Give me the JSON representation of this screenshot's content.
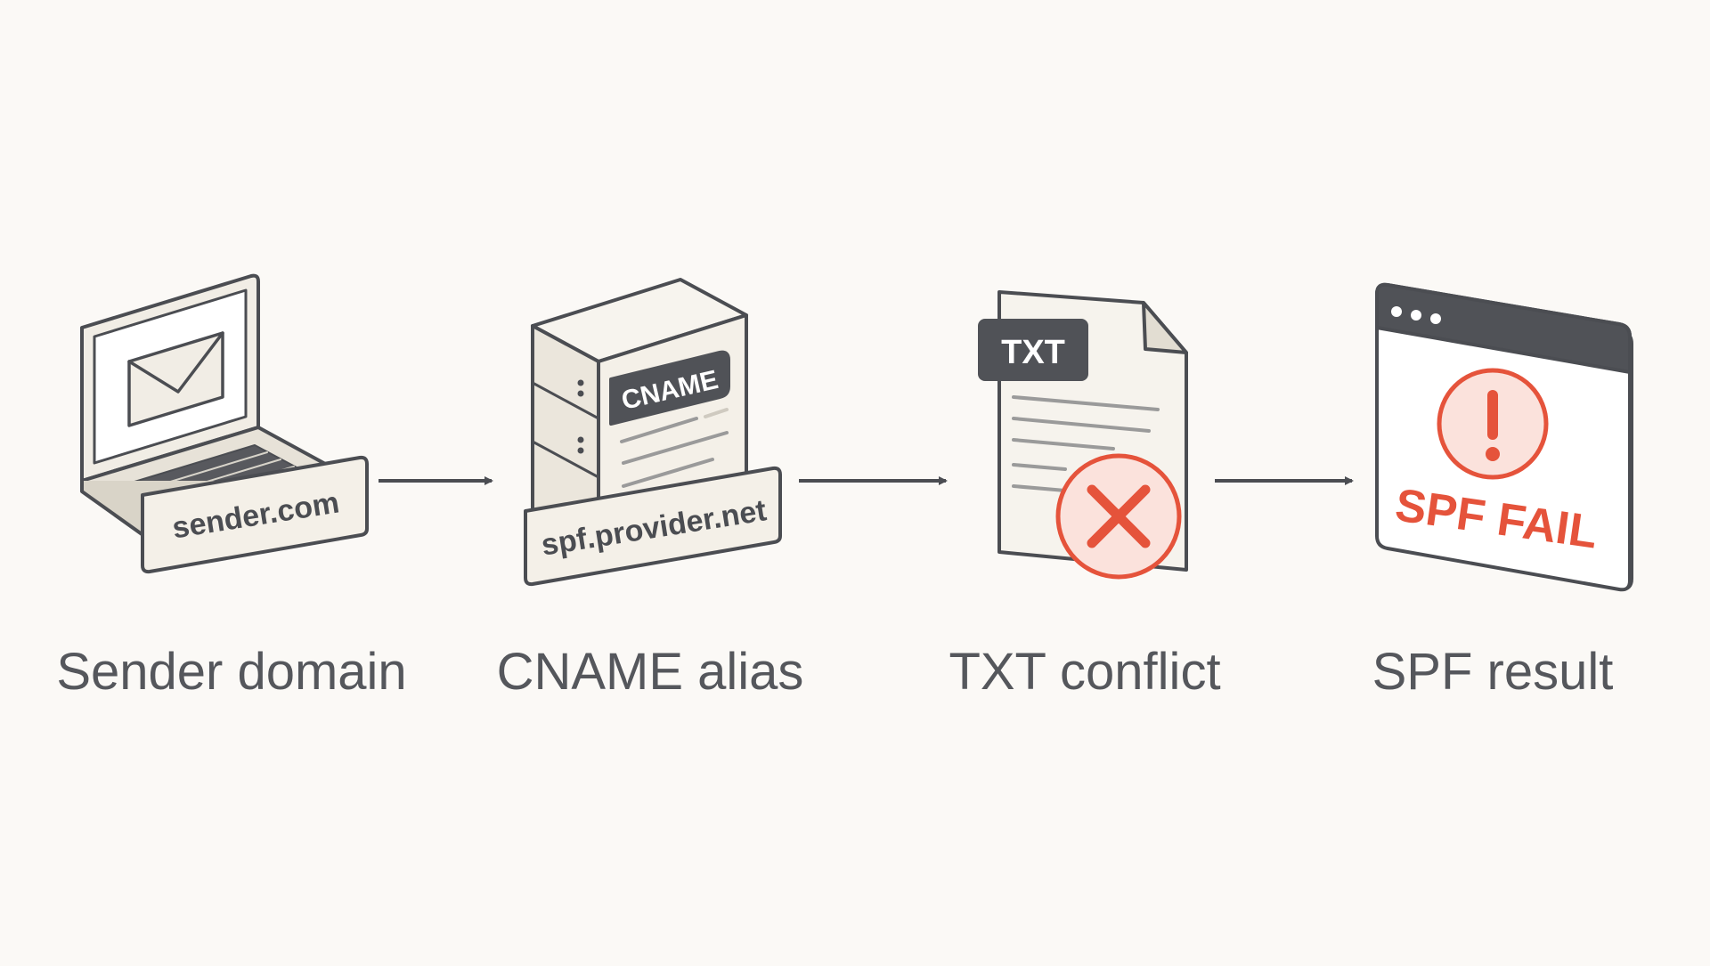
{
  "steps": [
    {
      "caption": "Sender domain",
      "tag": "sender.com",
      "icon": "laptop-mail-icon"
    },
    {
      "caption": "CNAME alias",
      "tag": "spf.provider.net",
      "badge": "CNAME",
      "icon": "server-icon"
    },
    {
      "caption": "TXT conflict",
      "badge": "TXT",
      "icon": "txt-document-error-icon"
    },
    {
      "caption": "SPF result",
      "result": "SPF FAIL",
      "icon": "browser-alert-icon"
    }
  ],
  "colors": {
    "background": "#fbf9f6",
    "stroke": "#4b4d52",
    "fill": "#f1ede5",
    "dark": "#505257",
    "accent": "#e5533b",
    "accent_light": "#fbe2dc"
  }
}
